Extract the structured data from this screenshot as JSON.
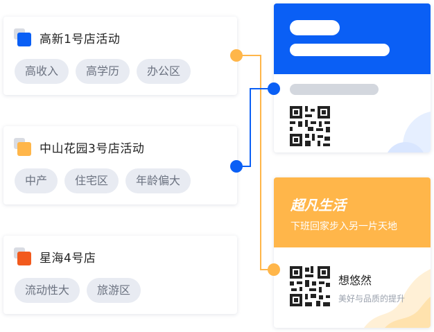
{
  "stores": [
    {
      "name": "高新1号店活动",
      "color": "#0a5ff5",
      "tags": [
        "高收入",
        "高学历",
        "办公区"
      ]
    },
    {
      "name": "中山花园3号店活动",
      "color": "#ffb64a",
      "tags": [
        "中产",
        "住宅区",
        "年龄偏大"
      ]
    },
    {
      "name": "星海4号店",
      "color": "#f25a1d",
      "tags": [
        "流动性大",
        "旅游区"
      ]
    }
  ],
  "promo_card": {
    "header_color": "#0a5ff5",
    "qr_icon": "qr-code-icon"
  },
  "brand_card": {
    "title": "超凡生活",
    "subtitle": "下班回家步入另一片天地",
    "header_color": "#ffb64a",
    "name": "想悠然",
    "slogan": "美好与品质的提升",
    "qr_icon": "qr-code-icon"
  },
  "connector_colors": {
    "orange": "#ffb64a",
    "blue": "#0a5ff5"
  }
}
